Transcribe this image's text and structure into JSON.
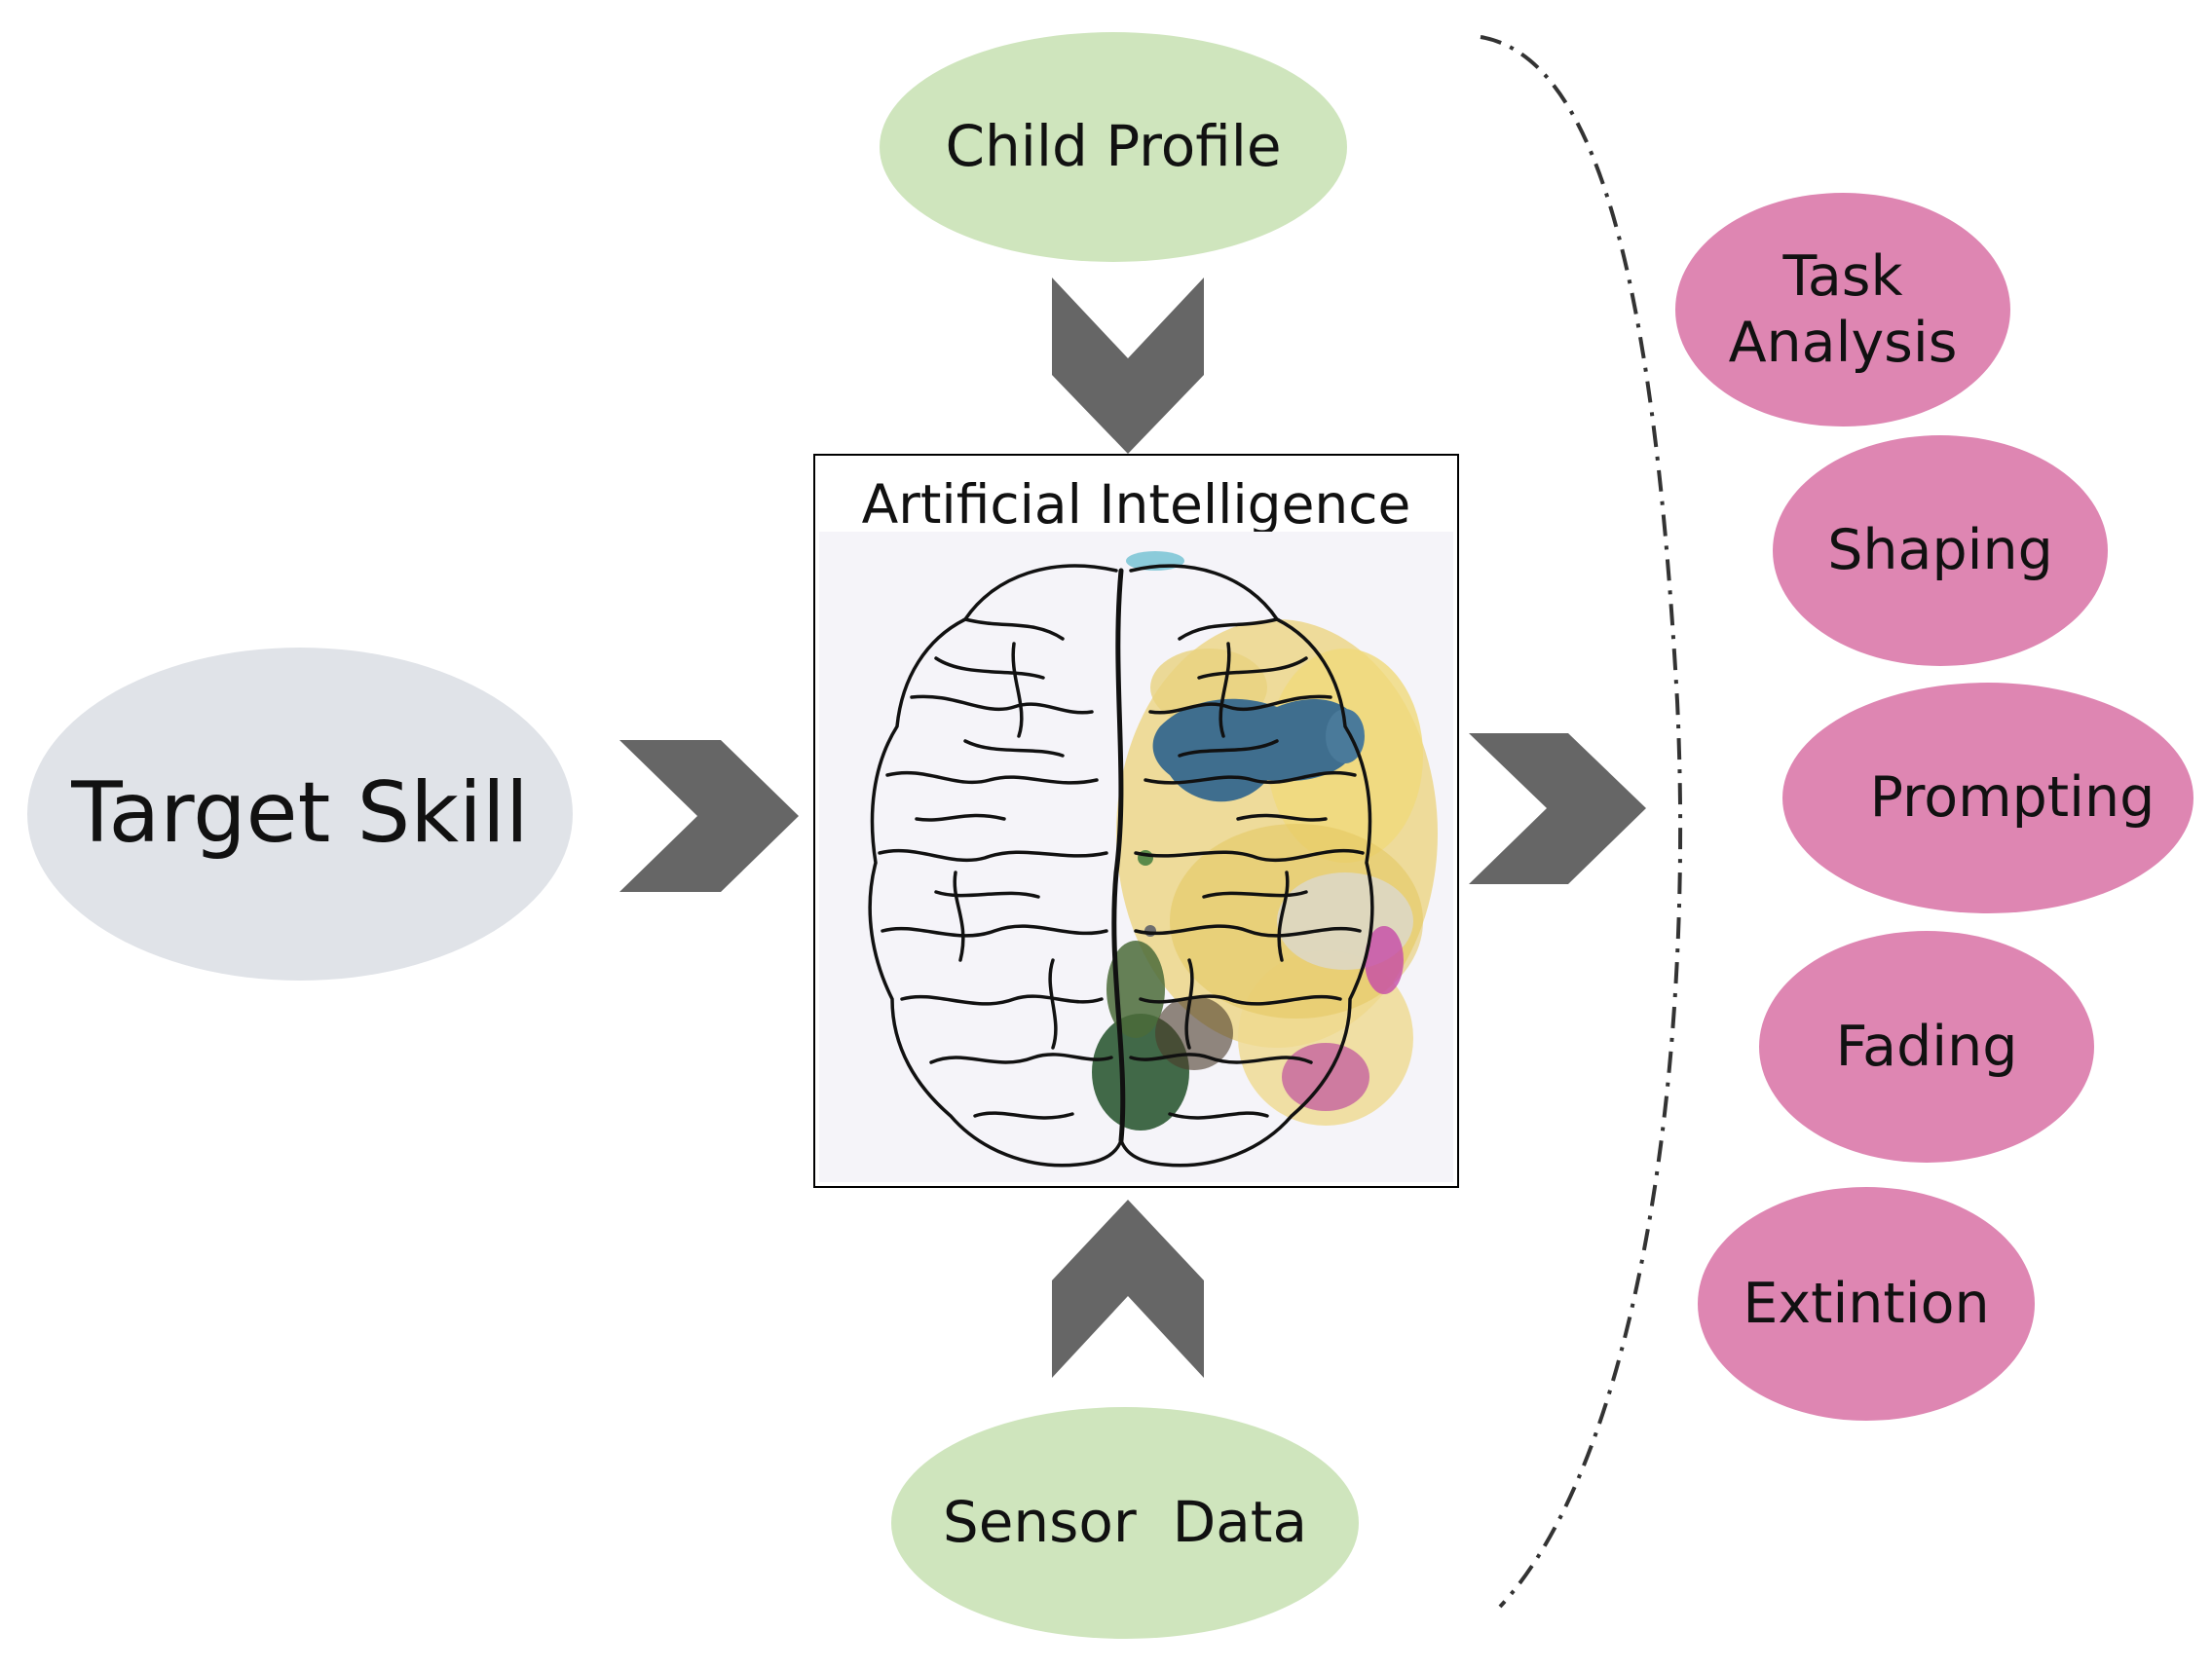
{
  "diagram": {
    "inputs": {
      "child_profile": "Child Profile",
      "sensor_data": "Sensor  Data",
      "target_skill": "Target Skill"
    },
    "core": {
      "title": "Artificial Intelligence"
    },
    "outputs": [
      "Task\nAnalysis",
      "Shaping",
      "Prompting",
      "Fading",
      "Extintion"
    ],
    "colors": {
      "input_green": "#cfe5bd",
      "target_gray": "#e0e3e8",
      "output_pink": "#de86b2",
      "arrow_gray": "#666666"
    }
  }
}
